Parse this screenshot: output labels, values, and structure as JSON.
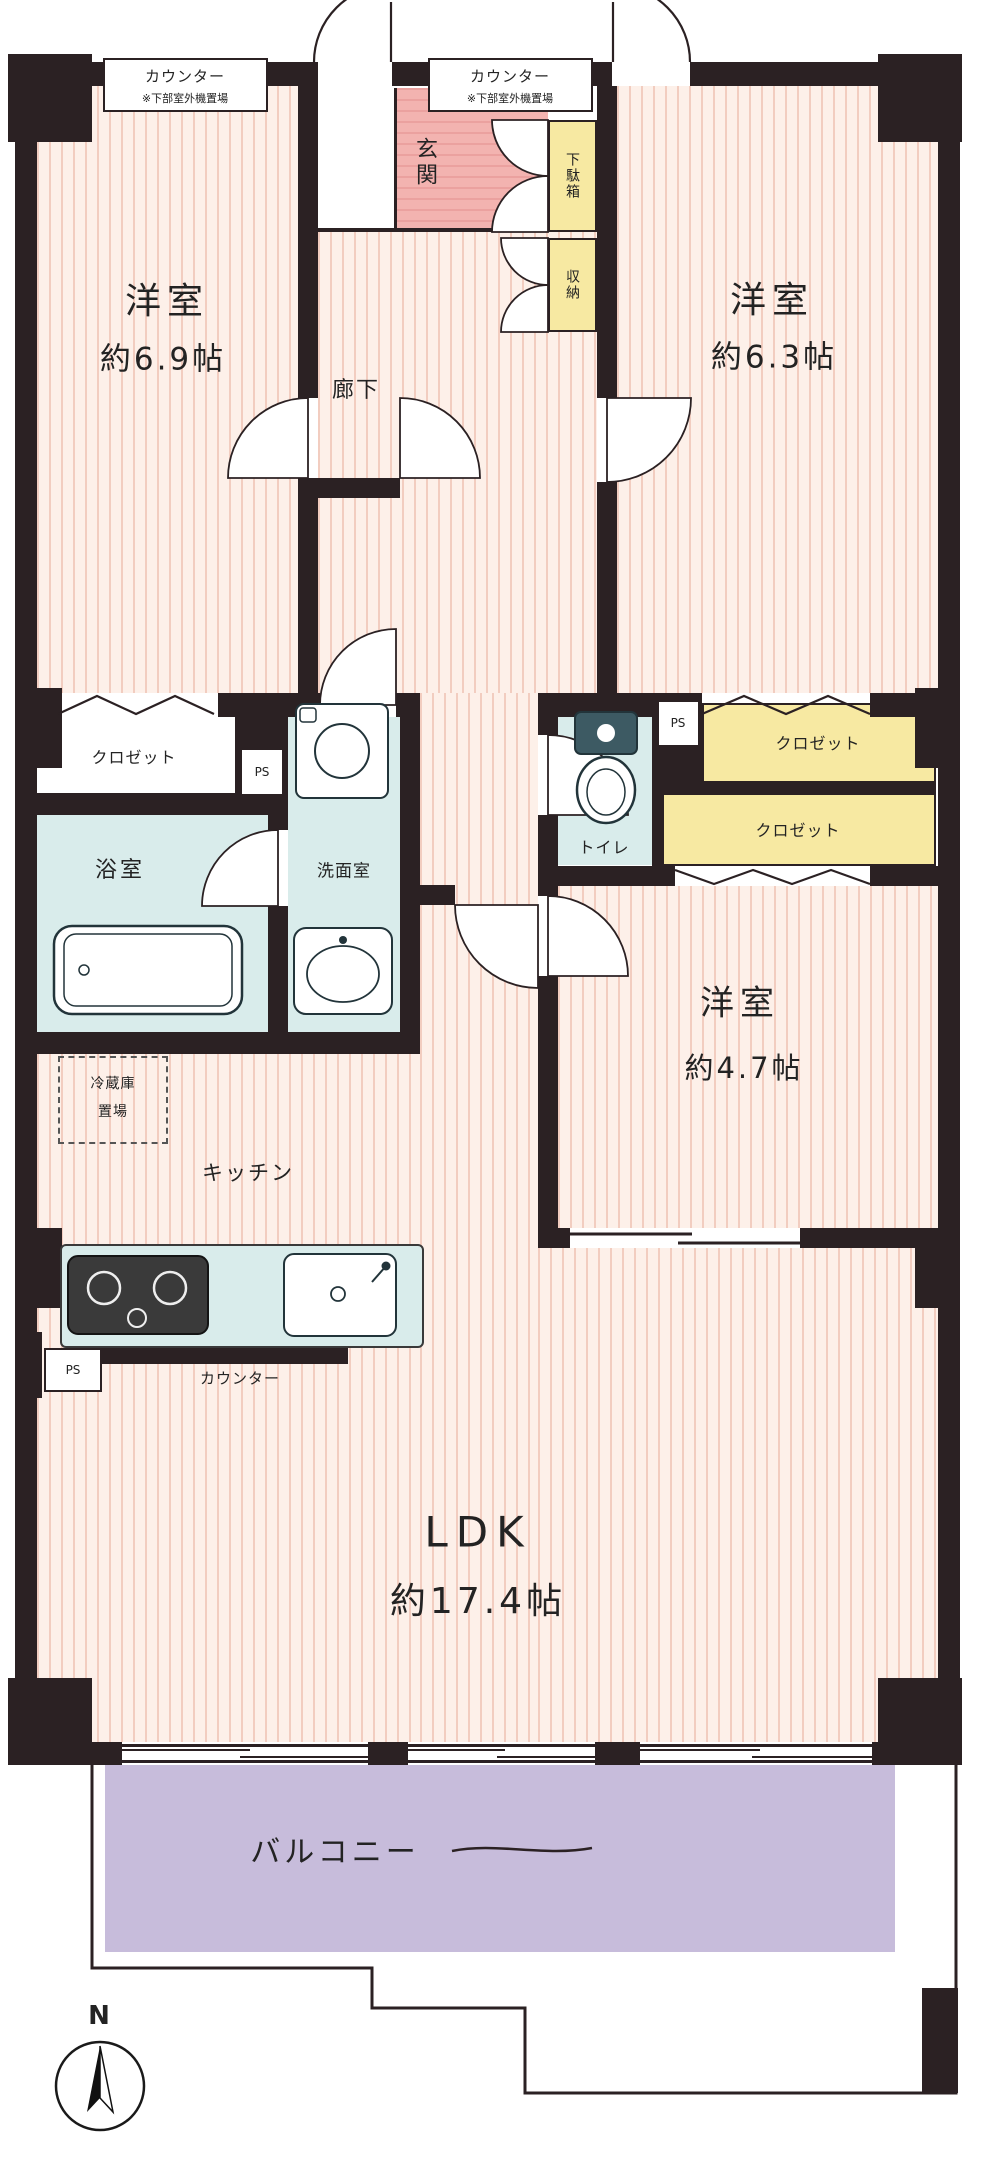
{
  "colors": {
    "wall": "#2b2123",
    "floor_base": "#fdf0e9",
    "floor_stripe": "#f2cdc0",
    "wet_area": "#d9eceb",
    "closet": "#f7e9a2",
    "entrance_pink": "#f3b3b0",
    "balcony_purple": "#c7bcdb"
  },
  "exterior": {
    "counter_left": {
      "title": "カウンター",
      "note": "※下部室外機置場"
    },
    "counter_right": {
      "title": "カウンター",
      "note": "※下部室外機置場"
    },
    "balcony_label": "バルコニー",
    "compass_north": "N"
  },
  "entrance": {
    "genkan": "玄関",
    "shoe_cabinet": "下駄箱",
    "storage": "収納",
    "corridor": "廊下"
  },
  "rooms": {
    "bedroom_nw": {
      "name": "洋室",
      "size": "約6.9帖"
    },
    "bedroom_ne": {
      "name": "洋室",
      "size": "約6.3帖"
    },
    "bedroom_e": {
      "name": "洋室",
      "size": "約4.7帖"
    },
    "ldk": {
      "name": "LDK",
      "size": "約17.4帖"
    }
  },
  "closets": {
    "left": "クロゼット",
    "right_upper": "クロゼット",
    "right_lower": "クロゼット"
  },
  "wet_rooms": {
    "bath": "浴室",
    "washroom": "洗面室",
    "toilet": "トイレ"
  },
  "kitchen": {
    "label": "キッチン",
    "counter": "カウンター",
    "fridge_line1": "冷蔵庫",
    "fridge_line2": "置場"
  },
  "pipe_spaces": {
    "left": "PS",
    "right": "PS",
    "kitchen": "PS"
  }
}
